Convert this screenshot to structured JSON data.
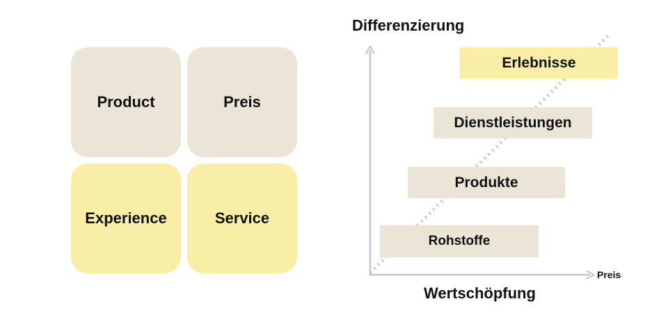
{
  "matrix": {
    "tiles": [
      {
        "label": "Product",
        "color": "#ebe5d7"
      },
      {
        "label": "Preis",
        "color": "#ebe5d7"
      },
      {
        "label": "Experience",
        "color": "#f9eea5"
      },
      {
        "label": "Service",
        "color": "#f9eea5"
      }
    ]
  },
  "staircase": {
    "y_axis_label": "Differenzierung",
    "x_axis_label": "Wertschöpfung",
    "x_axis_end_label": "Preis",
    "stages": [
      {
        "label": "Rohstoffe",
        "color": "#ebe5d7"
      },
      {
        "label": "Produkte",
        "color": "#ebe5d7"
      },
      {
        "label": "Dienstleistungen",
        "color": "#ebe5d7"
      },
      {
        "label": "Erlebnisse",
        "color": "#f9eea5"
      }
    ],
    "axis_color": "#c4c4c4",
    "trend_line_color": "#c4c4c4",
    "trend_line_style": "dotted"
  }
}
